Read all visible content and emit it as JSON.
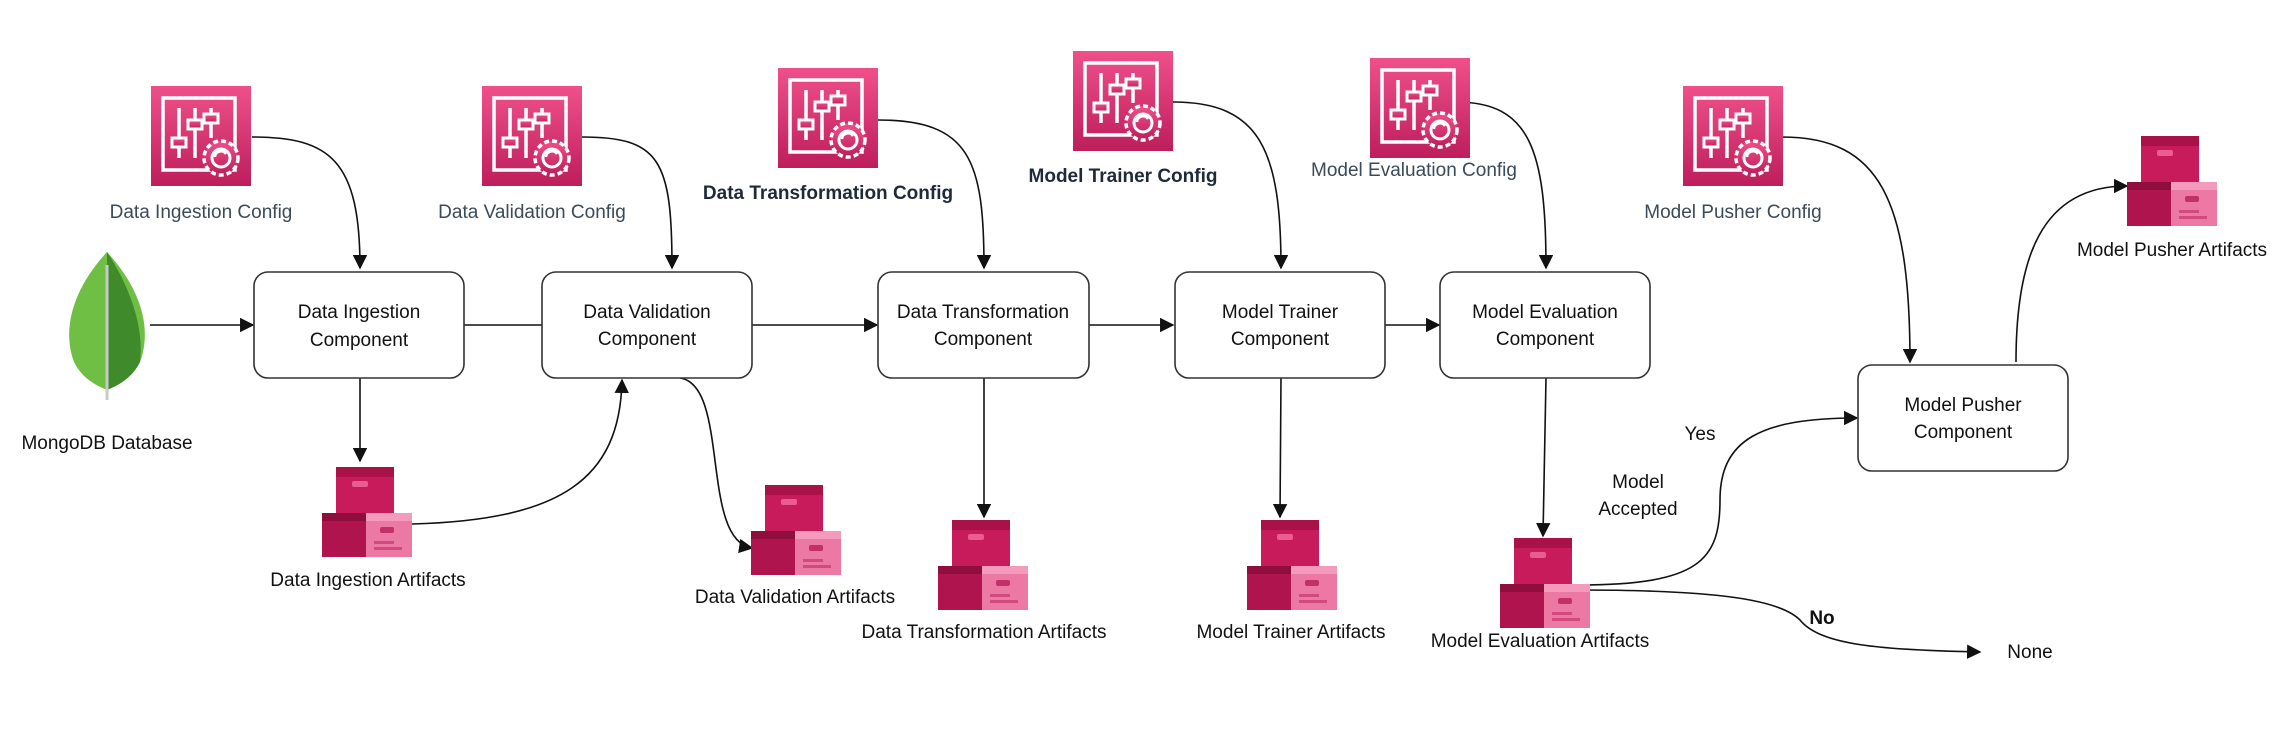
{
  "source": {
    "label": "MongoDB Database"
  },
  "configs": [
    {
      "id": "data-ingestion-config",
      "label": "Data Ingestion Config",
      "bold": false
    },
    {
      "id": "data-validation-config",
      "label": "Data Validation Config",
      "bold": false
    },
    {
      "id": "data-transformation-config",
      "label": "Data Transformation Config",
      "bold": true
    },
    {
      "id": "model-trainer-config",
      "label": "Model Trainer Config",
      "bold": true
    },
    {
      "id": "model-evaluation-config",
      "label": "Model Evaluation Config",
      "bold": false
    },
    {
      "id": "model-pusher-config",
      "label": "Model Pusher Config",
      "bold": false
    }
  ],
  "components": [
    {
      "id": "data-ingestion-component",
      "line1": "Data Ingestion",
      "line2": "Component"
    },
    {
      "id": "data-validation-component",
      "line1": "Data Validation",
      "line2": "Component"
    },
    {
      "id": "data-transformation-component",
      "line1": "Data Transformation",
      "line2": "Component"
    },
    {
      "id": "model-trainer-component",
      "line1": "Model Trainer",
      "line2": "Component"
    },
    {
      "id": "model-evaluation-component",
      "line1": "Model Evaluation",
      "line2": "Component"
    },
    {
      "id": "model-pusher-component",
      "line1": "Model Pusher",
      "line2": "Component"
    }
  ],
  "artifacts": [
    {
      "id": "data-ingestion-artifacts",
      "label": "Data Ingestion Artifacts"
    },
    {
      "id": "data-validation-artifacts",
      "label": "Data Validation Artifacts"
    },
    {
      "id": "data-transformation-artifacts",
      "label": "Data Transformation Artifacts"
    },
    {
      "id": "model-trainer-artifacts",
      "label": "Model Trainer Artifacts"
    },
    {
      "id": "model-evaluation-artifacts",
      "label": "Model Evaluation Artifacts"
    },
    {
      "id": "model-pusher-artifacts",
      "label": "Model Pusher Artifacts"
    }
  ],
  "decision": {
    "condition_line1": "Model",
    "condition_line2": "Accepted",
    "yes": "Yes",
    "no": "No",
    "none": "None"
  },
  "colors": {
    "config_icon_top": "#f0508a",
    "config_icon_bottom": "#bd1e5c",
    "artifact_dark": "#b0144f",
    "artifact_mid": "#d22a6c",
    "artifact_light": "#ec6f9e",
    "leaf_light": "#6fbf44",
    "leaf_dark": "#3f8b2c"
  }
}
